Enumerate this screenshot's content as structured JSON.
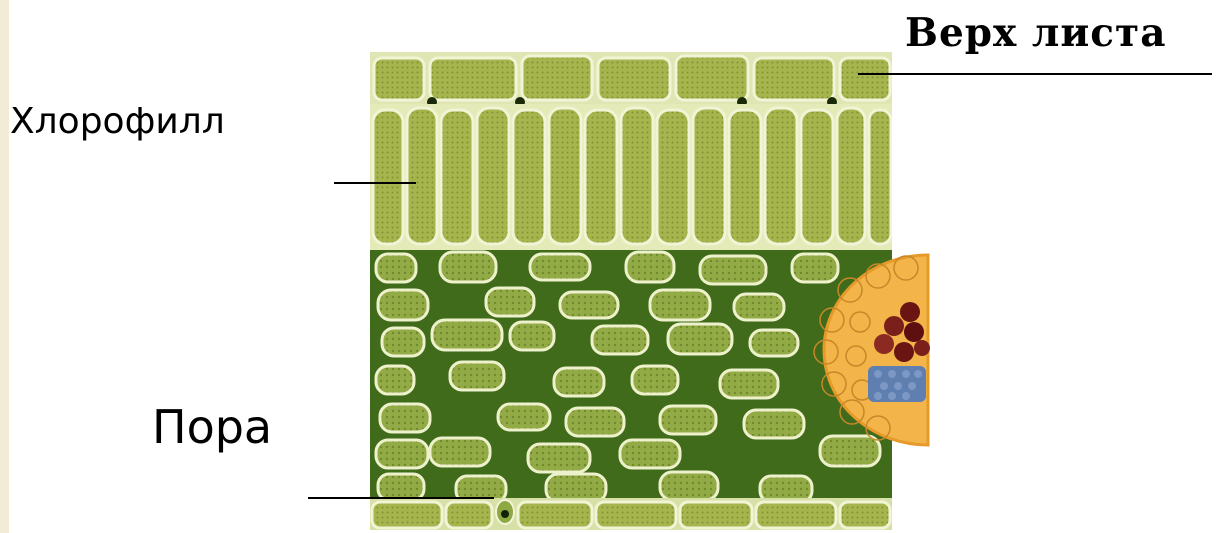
{
  "labels": {
    "upper_leaf": "Верх листа",
    "chlorophyll": "Хлорофилл",
    "pore": "Пора"
  },
  "colors": {
    "epidermis_fill": "#9fb450",
    "cell_wall": "#f2f4d6",
    "palisade_fill": "#a4b34a",
    "spongy_background": "#3f6b1a",
    "spongy_cell_fill": "#8ea844",
    "vein_bundle_sheath": "#f0a830",
    "xylem": "#7a1f1a",
    "phloem": "#5f7fb0",
    "pointer_line": "#000000"
  }
}
